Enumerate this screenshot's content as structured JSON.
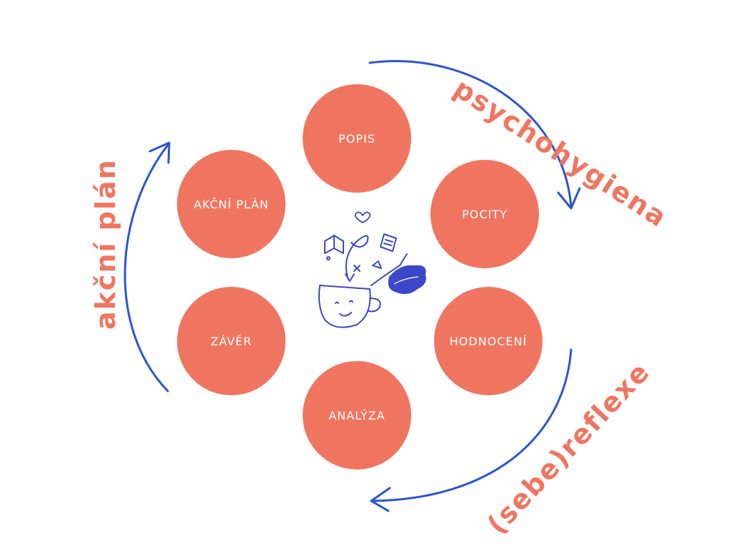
{
  "steps": {
    "popis": "POPIS",
    "pocity": "POCITY",
    "hodnoceni": "HODNOCENÍ",
    "analyza": "ANALÝZA",
    "zaver": "ZÁVĚR",
    "akcni_plan": "AKČNÍ PLÁN"
  },
  "cycle_labels": {
    "psychohygiena": "psychohygiena",
    "sebereflexe": "(sebe)reflexe",
    "akcni_plan": "akční plán"
  },
  "colors": {
    "circle": "#f07560",
    "arrow": "#2b55d6",
    "text": "#f07560",
    "illustration": "#3d47c9"
  },
  "illustration": {
    "icon": "head-with-ideas-icon"
  }
}
